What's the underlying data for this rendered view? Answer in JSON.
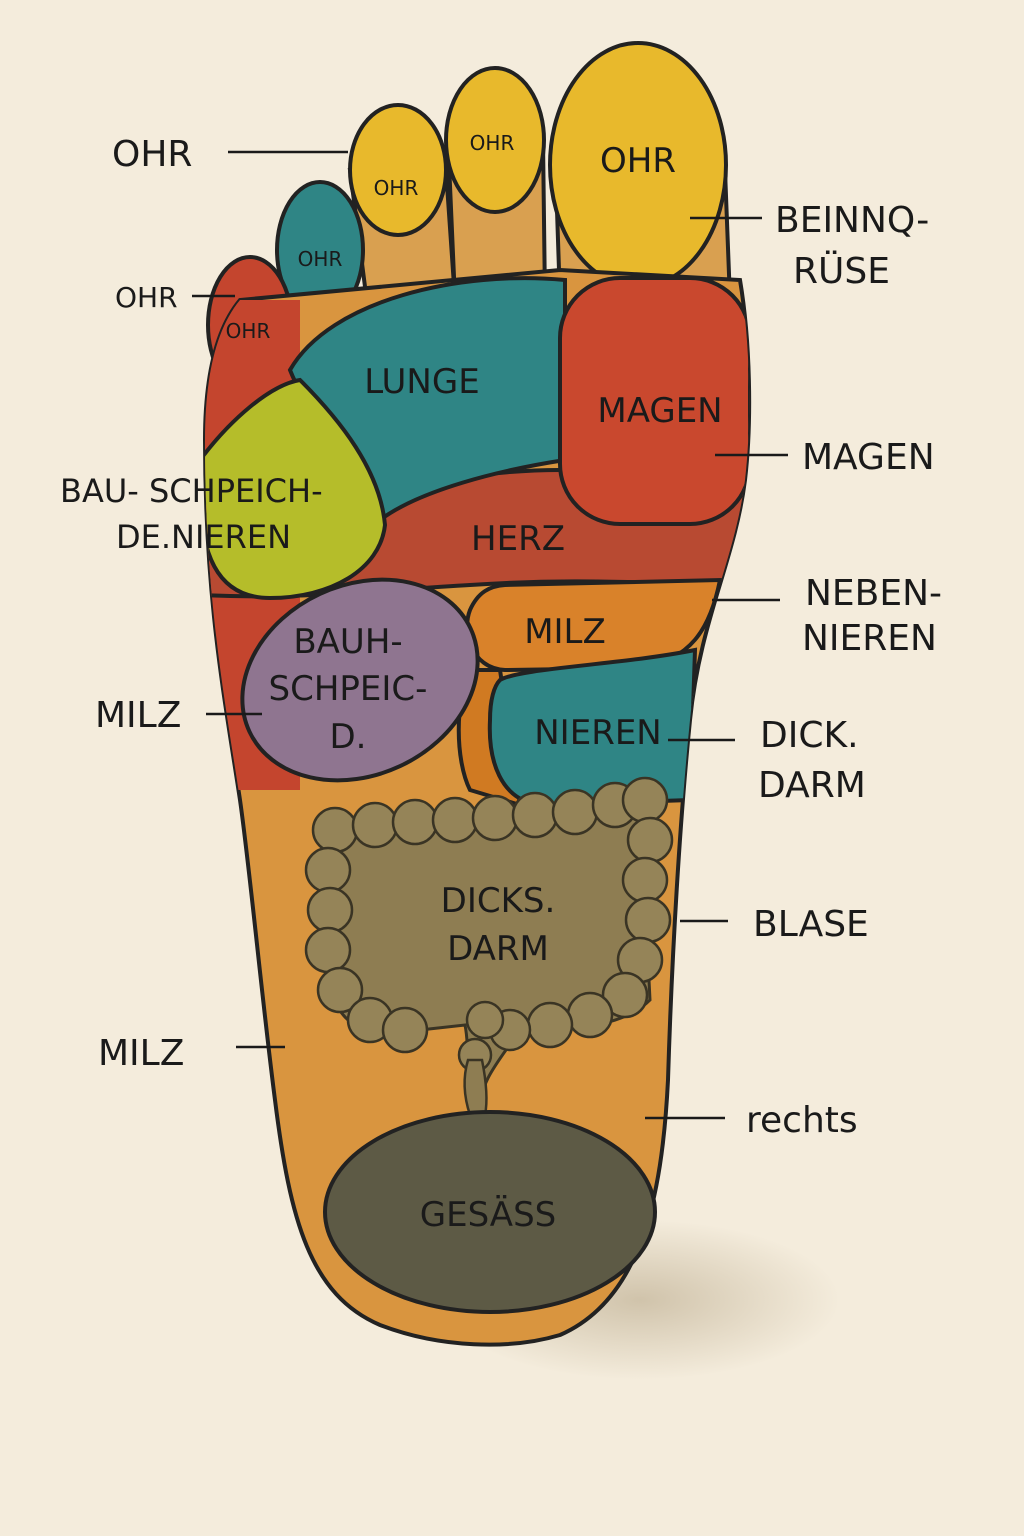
{
  "colors": {
    "background": "#f4ecdc",
    "sole": "#d9953f",
    "yellow": "#e8b92c",
    "teal": "#2f8585",
    "red": "#c4452e",
    "lime": "#b5bd2a",
    "purple": "#8f7590",
    "orange": "#d9822a",
    "colon": "#8e7d52",
    "heel": "#5d5a45"
  },
  "toes": {
    "big": "OHR",
    "second": "OHR",
    "third": "OHR",
    "fourth": "OHR",
    "fifth": "OHR"
  },
  "zones": {
    "lunge": "LUNGE",
    "magen": "MAGEN",
    "herz": "HERZ",
    "milz": "MILZ",
    "bauchspeichel": [
      "BAUH-",
      "SCHPEIC-",
      "D."
    ],
    "nieren": "NIEREN",
    "dickdarm": [
      "DICKS.",
      "DARM"
    ],
    "gesaess": "GESÄSS"
  },
  "callouts_left": {
    "ohr_top": "OHR",
    "ohr_small": "OHR",
    "bauchspeichel": [
      "BAU- SCHPEICH-",
      "DE.NIEREN"
    ],
    "milz_mid": "MILZ",
    "milz_low": "MILZ"
  },
  "callouts_right": {
    "beindruese": [
      "BEINNQ-",
      "RÜSE"
    ],
    "magen": "MAGEN",
    "nebennieren": [
      "NEBEN-",
      "NIEREN"
    ],
    "dickdarm": [
      "DICK.",
      "DARM"
    ],
    "blase": "BLASE",
    "rechts": "rechts"
  }
}
